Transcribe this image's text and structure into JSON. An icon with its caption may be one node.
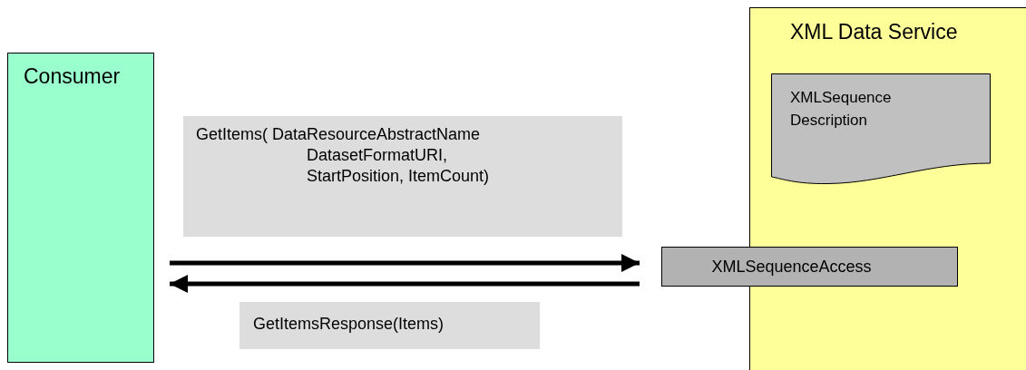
{
  "diagram": {
    "nodes": [
      {
        "text": [
          "Consumer"
        ]
      },
      {
        "text": [
          "XML Data Service"
        ]
      },
      {
        "text": [
          "XMLSequence Description"
        ],
        "in": 1
      },
      {
        "text": [
          "XMLSequenceAccess"
        ]
      },
      {
        "text": [
          "GetItems( DataResourceAbstractName DatasetFormatURI, StartPosition, ItemCount)"
        ]
      },
      {
        "text": [
          "GetItemsResponse(Items)"
        ]
      }
    ],
    "edges": [
      {
        "from": 0,
        "to": 3,
        "arrow": "to"
      },
      {
        "from": 3,
        "to": 0,
        "arrow": "to"
      }
    ]
  }
}
